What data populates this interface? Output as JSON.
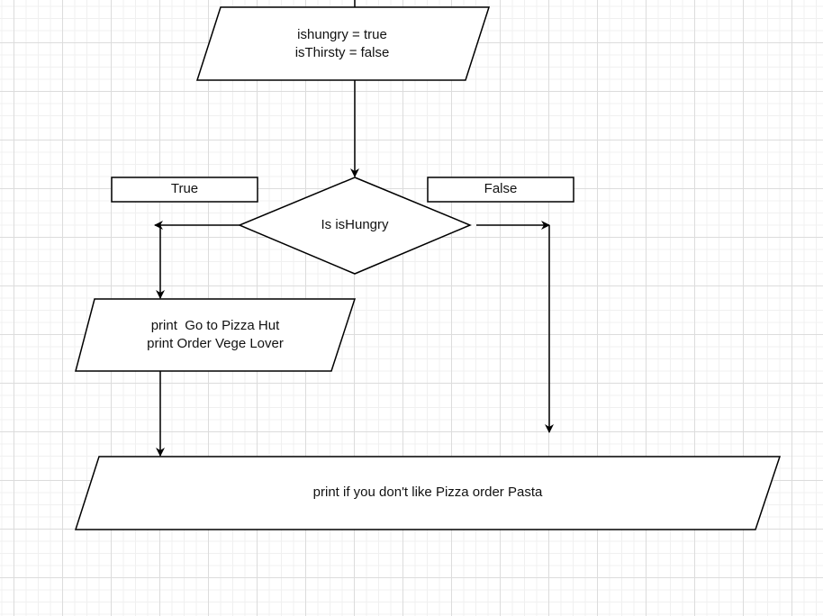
{
  "nodes": {
    "init": {
      "line1": "ishungry = true",
      "line2": "isThirsty = false"
    },
    "decision": {
      "label": "Is isHungry"
    },
    "true_label": "True",
    "false_label": "False",
    "true_output": {
      "line1": "print  Go to Pizza Hut",
      "line2": "print Order Vege Lover"
    },
    "final_output": {
      "label": "print if you don't like Pizza order Pasta"
    }
  }
}
